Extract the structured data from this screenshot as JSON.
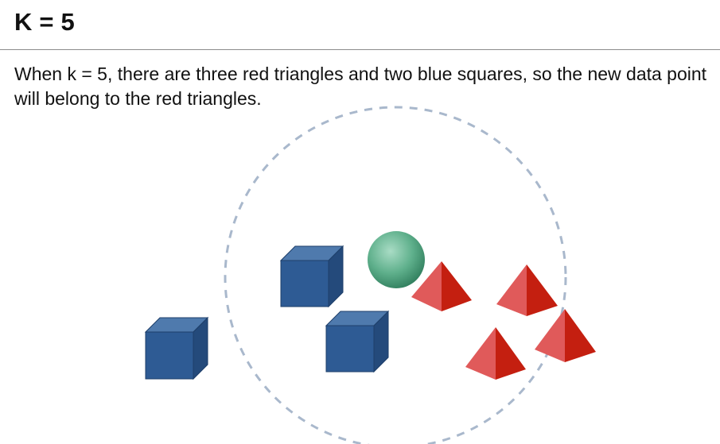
{
  "header": {
    "title": "K = 5"
  },
  "body": {
    "description": "When k = 5, there are three red triangles and two blue squares, so the new data point will belong to the red triangles."
  },
  "diagram": {
    "k": 5,
    "colors": {
      "square_front": "#2e5b94",
      "square_top": "#4f7aad",
      "square_side": "#244a7b",
      "square_edge": "#1e3f6a",
      "triangle_light": "#e05a5a",
      "triangle_dark": "#c41f10",
      "sphere_light": "#a9dcc5",
      "sphere_mid": "#5fb08c",
      "sphere_dark": "#2f7d5c",
      "circle_stroke": "#a9b8cc"
    },
    "neighbor_counts": {
      "red_triangles": 3,
      "blue_squares": 2
    }
  }
}
